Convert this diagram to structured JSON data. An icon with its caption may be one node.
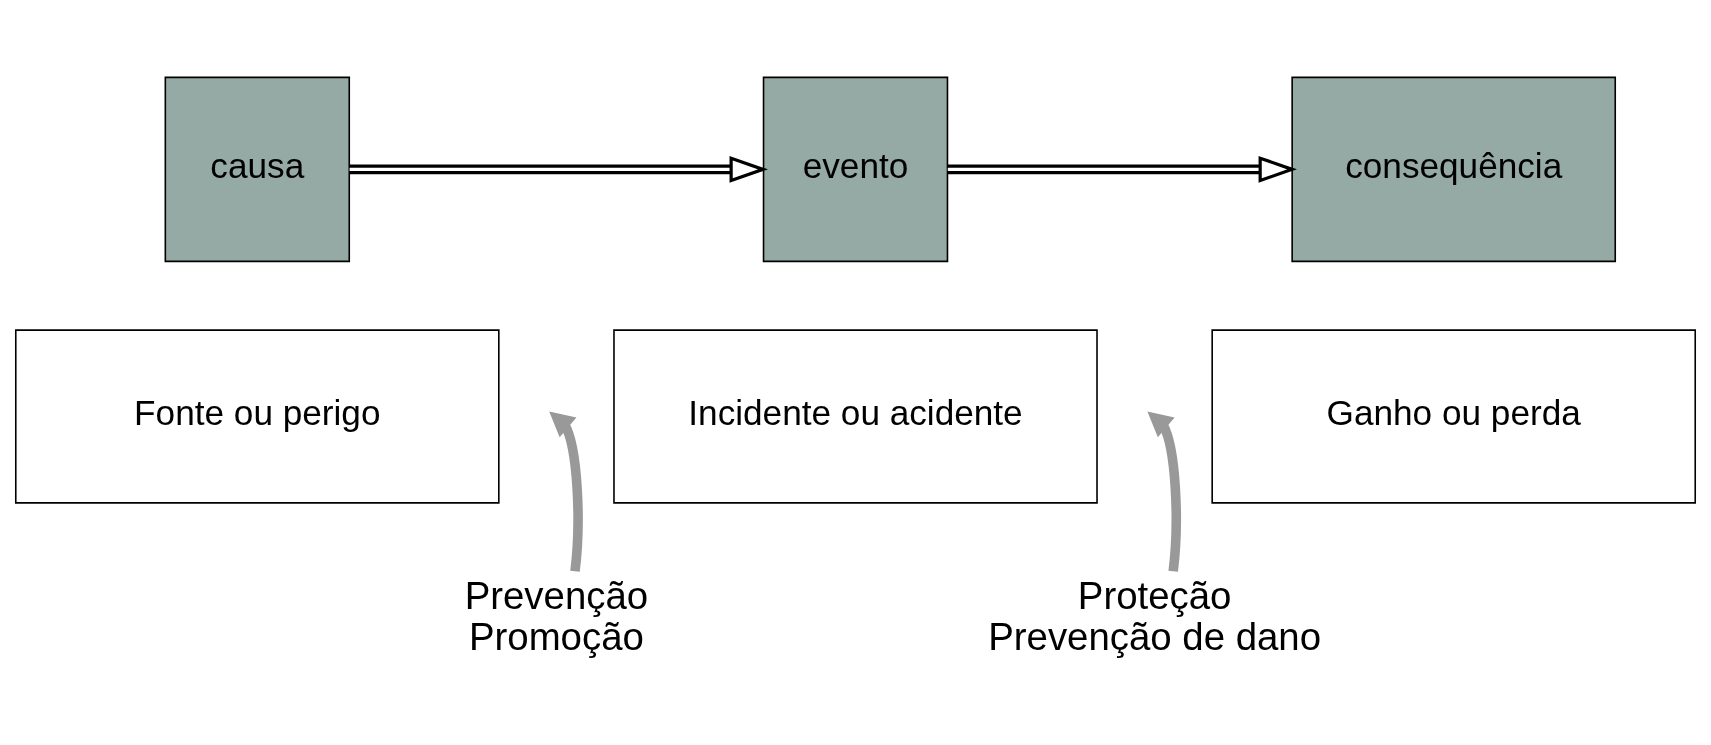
{
  "diagram": {
    "nodes": [
      {
        "text": [
          "causa"
        ]
      },
      {
        "text": [
          "evento"
        ]
      },
      {
        "text": [
          "consequência"
        ]
      },
      {
        "text": [
          "Fonte ou perigo"
        ]
      },
      {
        "text": [
          "Incidente ou acidente"
        ]
      },
      {
        "text": [
          "Ganho ou perda"
        ]
      },
      {
        "text": [
          "Prevenção",
          "Promoção"
        ]
      },
      {
        "text": [
          "Proteção",
          "Prevenção de dano"
        ]
      }
    ],
    "edges": [
      {
        "from": 0,
        "to": 1,
        "arrow": "to"
      },
      {
        "from": 1,
        "to": 2,
        "arrow": "to"
      },
      {
        "from": 6,
        "to": null,
        "arrow": "to",
        "style": "thick",
        "color": "#999999"
      },
      {
        "from": 7,
        "to": null,
        "arrow": "to",
        "style": "thick",
        "color": "#999999"
      }
    ]
  }
}
